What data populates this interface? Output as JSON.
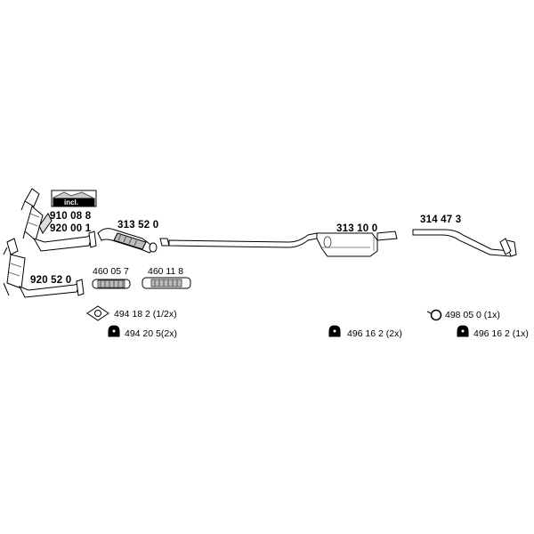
{
  "parts": {
    "p_910088": "910 08 8",
    "p_920001": "920 00 1",
    "p_920520": "920 52 0",
    "p_313520": "313 52 0",
    "p_460057": "460 05 7",
    "p_460118": "460 11 8",
    "p_313100": "313 10 0",
    "p_314473": "314 47 3"
  },
  "kit_label": "incl.",
  "accessories": {
    "a_494182": "494 18 2  (1/2x)",
    "a_494205": "494 20 5(2x)",
    "a_496162_mid": "496 16 2  (2x)",
    "a_498050": "498 05 0 (1x)",
    "a_496162_right": "496 16 2  (1x)"
  },
  "colors": {
    "line": "#000000",
    "fill": "#ffffff",
    "shade": "#9a9a9a"
  }
}
